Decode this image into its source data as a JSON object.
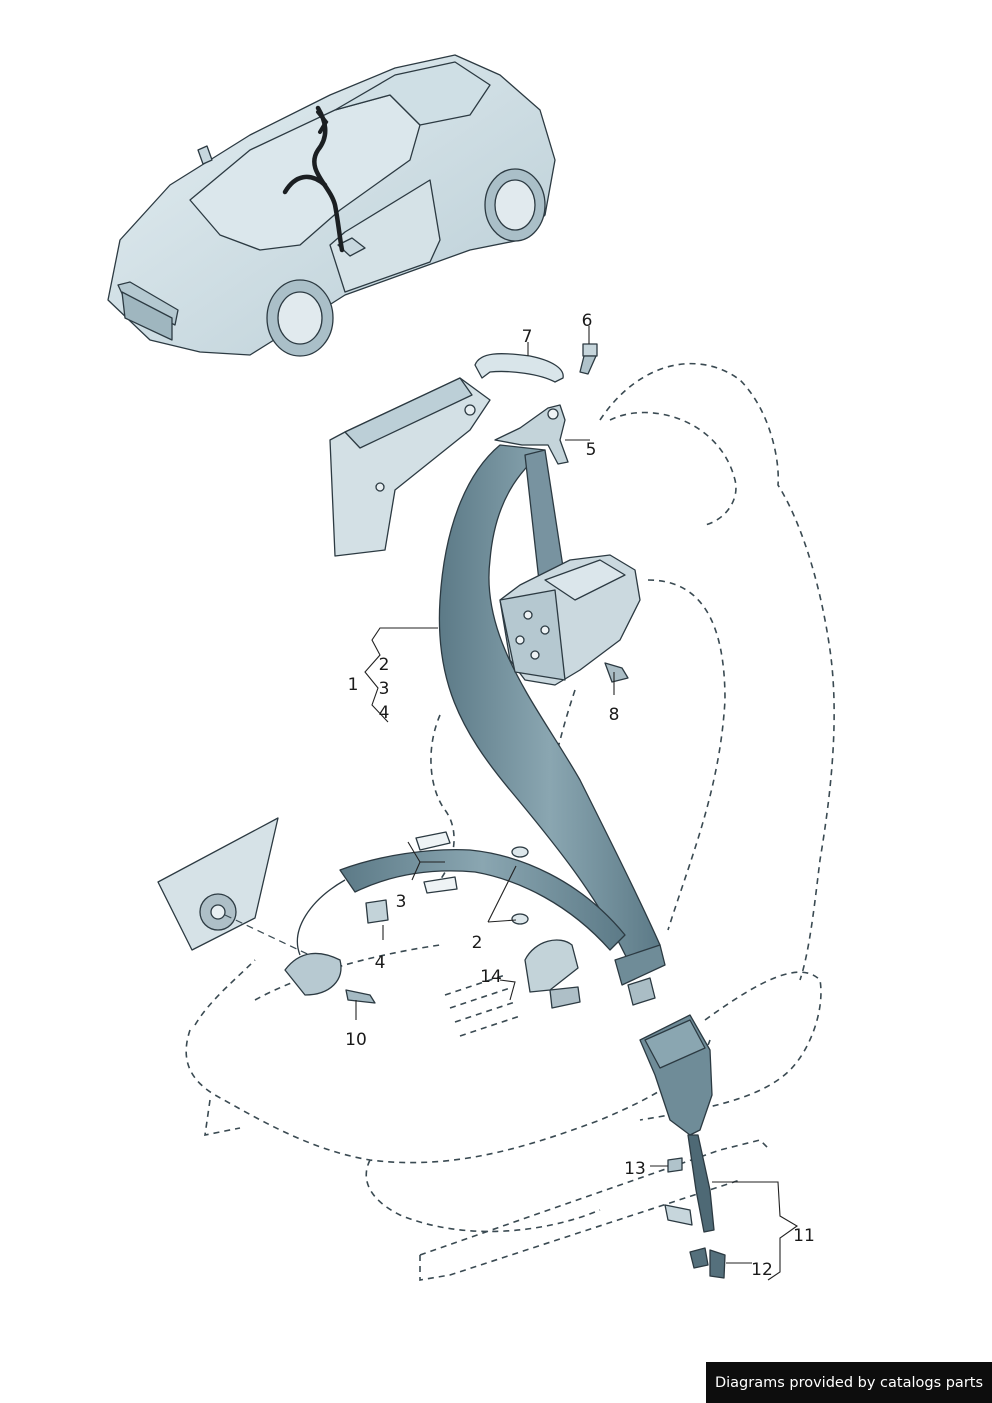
{
  "callouts": [
    {
      "label": "1"
    },
    {
      "label": "2"
    },
    {
      "label": "3"
    },
    {
      "label": "4"
    },
    {
      "label": "5"
    },
    {
      "label": "6"
    },
    {
      "label": "7"
    },
    {
      "label": "8"
    },
    {
      "label": "2"
    },
    {
      "label": "3"
    },
    {
      "label": "4"
    },
    {
      "label": "10"
    },
    {
      "label": "14"
    },
    {
      "label": "13"
    },
    {
      "label": "11"
    },
    {
      "label": "12"
    }
  ],
  "credit": "Diagrams provided by catalogs parts",
  "colors": {
    "part_fill": "#c9d8de",
    "belt_fill": "#6f8c98",
    "outline": "#3a4a52"
  }
}
